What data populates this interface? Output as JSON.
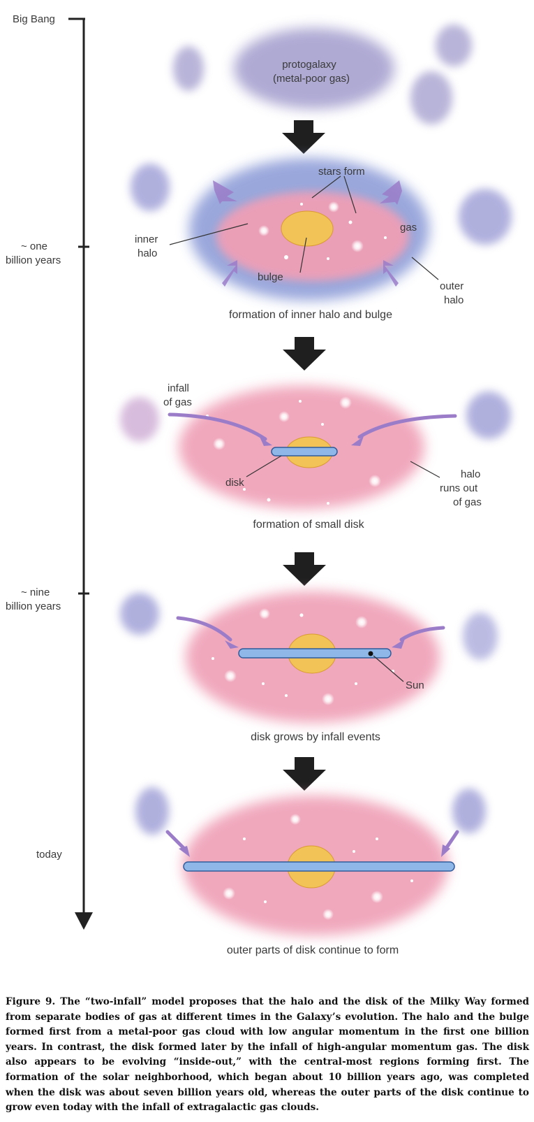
{
  "timeline": {
    "big_bang": "Big Bang",
    "one_billion": [
      "~ one",
      "billion years"
    ],
    "nine_billion": [
      "~ nine",
      "billion years"
    ],
    "today": "today"
  },
  "stage1": {
    "label": [
      "protogalaxy",
      "(metal-poor gas)"
    ]
  },
  "stage2": {
    "stars_form": "stars form",
    "inner_halo": [
      "inner",
      "halo"
    ],
    "gas": "gas",
    "bulge": "bulge",
    "outer_halo": [
      "outer",
      "halo"
    ],
    "caption": "formation of inner halo and bulge"
  },
  "stage3": {
    "infall": [
      "infall",
      "of gas"
    ],
    "disk": "disk",
    "halo_runs_out": [
      "halo",
      "runs out",
      "of gas"
    ],
    "caption": "formation of small disk"
  },
  "stage4": {
    "sun": "Sun",
    "caption": "disk grows by infall events"
  },
  "stage5": {
    "caption": "outer parts of disk continue to form"
  },
  "figure_caption": "Figure 9. The “two-infall” model proposes that the halo and the disk of the Milky Way formed from separate bodies of gas at different times in the Galaxy’s evolution. The halo and the bulge formed first from a metal-poor gas cloud with low angular momentum in the first one billion years. In contrast, the disk formed later by the infall of high-angular momentum gas. The disk also appears to be evolving “inside-out,” with the central-most regions forming first. The formation of the solar neighborhood, which began about 10 billion years ago, was completed when the disk was about seven billion years old, whereas the outer parts of the disk continue to grow even today with the infall of extragalactic gas clouds."
}
